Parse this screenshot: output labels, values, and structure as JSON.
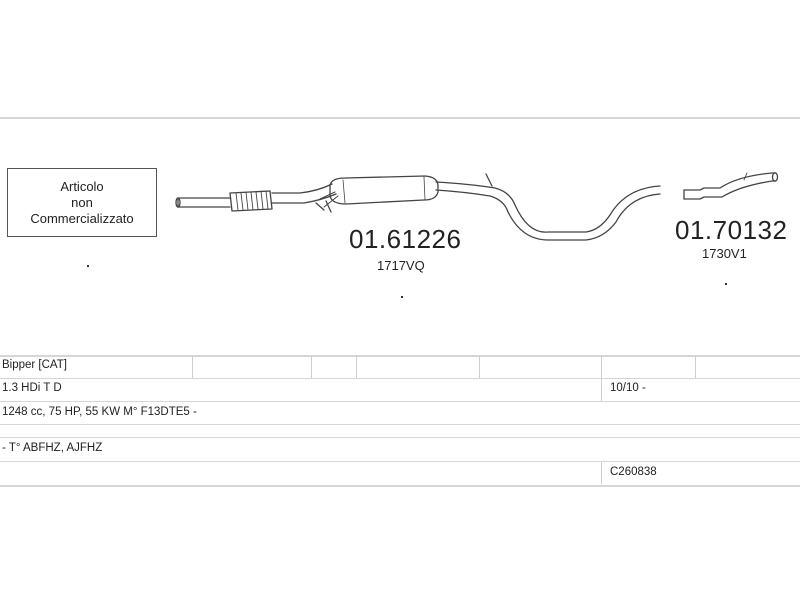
{
  "notice": {
    "line1": "Articolo",
    "line2": "non",
    "line3": "Commercializzato"
  },
  "parts": [
    {
      "number": "01.61226",
      "code": "1717VQ"
    },
    {
      "number": "01.70132",
      "code": "1730V1"
    }
  ],
  "vehicle": {
    "model": "Bipper  [CAT]",
    "engine": "1.3 HDi T D",
    "date": "10/10 -",
    "specs": "1248 cc, 75 HP, 55 KW  M° F13DTE5 -",
    "types": "- T° ABFHZ, AJFHZ",
    "ref": "C260838"
  },
  "icons": {
    "exhaust": "exhaust-system-drawing"
  }
}
